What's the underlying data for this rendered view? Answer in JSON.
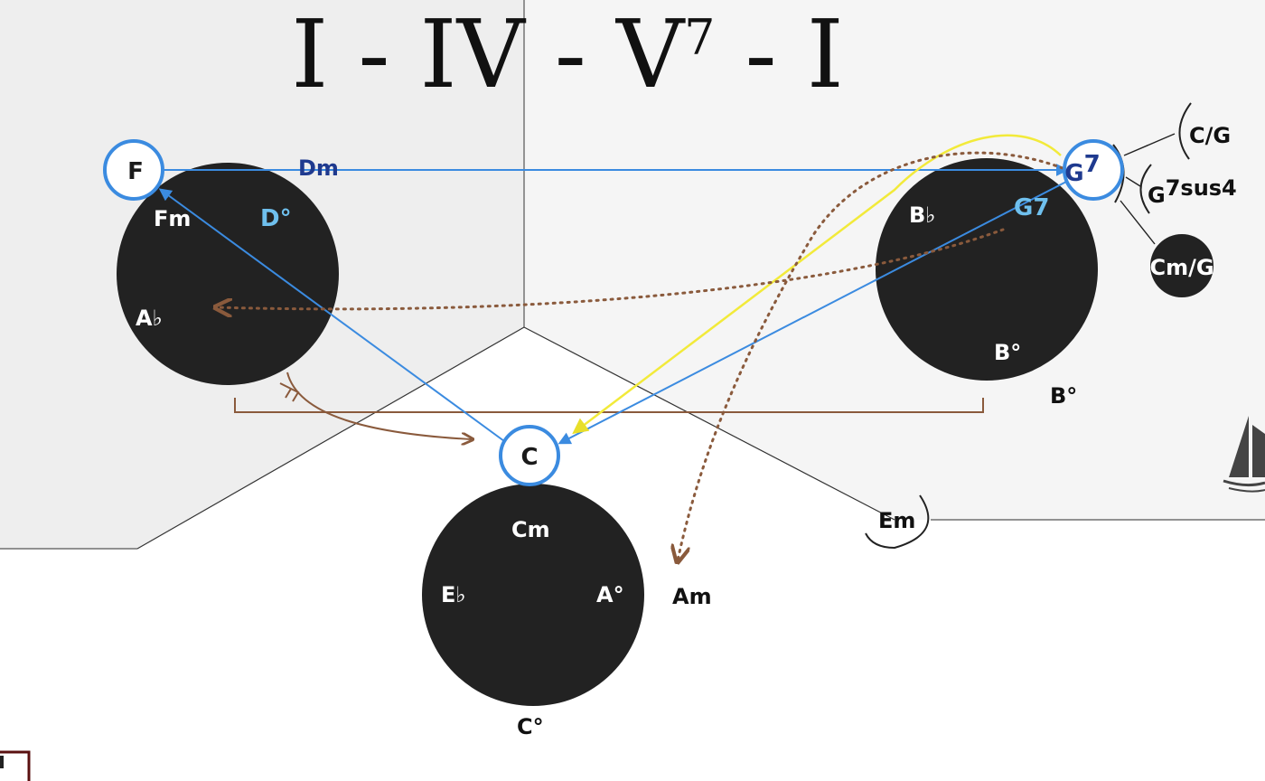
{
  "title": {
    "part1": "I - IV - V",
    "sup": "7",
    "part2": " - I"
  },
  "nodes": {
    "F": "F",
    "C": "C",
    "G7": "G7",
    "G7_base": "G",
    "G7_sup": "7"
  },
  "circle_left": {
    "fm": "Fm",
    "d_dim": "D°",
    "a_flat": "A♭",
    "dm": "Dm"
  },
  "circle_right": {
    "b_flat": "B♭",
    "g7_inner": "G7",
    "b_dim_inner": "B°",
    "b_dim_outer": "B°"
  },
  "circle_bottom": {
    "cm": "Cm",
    "e_flat": "E♭",
    "a_dim": "A°",
    "c_dim": "C°",
    "am": "Am",
    "em": "Em"
  },
  "branch": {
    "c_over_g": "C/G",
    "g7sus4_base": "G",
    "g7sus4_sup": "7sus4",
    "cm_over_g": "Cm/G"
  },
  "colors": {
    "circle_fill": "#222222",
    "accent_blue": "#3b8be0",
    "navy": "#1f3a8f",
    "light_blue": "#6fc0ee",
    "yellow": "#f2ea3a",
    "brown": "#8a5a3c",
    "panel_gray": "#eeeeee"
  }
}
